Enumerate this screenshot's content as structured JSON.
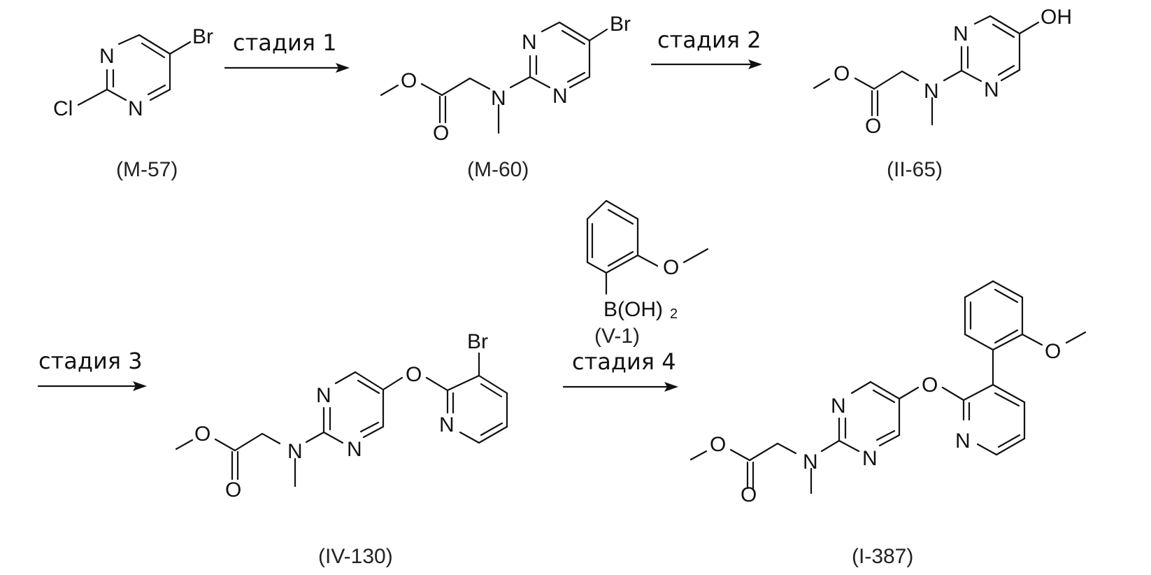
{
  "scheme": {
    "type": "reaction-scheme",
    "stages": [
      {
        "label": "стадия 1",
        "from": "M-57",
        "to": "M-60"
      },
      {
        "label": "стадия 2",
        "from": "M-60",
        "to": "II-65"
      },
      {
        "label": "стадия 3",
        "from": "II-65",
        "to": "IV-130"
      },
      {
        "label": "стадия 4",
        "from": "IV-130",
        "to": "I-387",
        "reagent": "V-1"
      }
    ],
    "compounds": [
      {
        "id": "M-57",
        "label": "(M-57)",
        "atoms": [
          "N",
          "N",
          "Cl",
          "Br"
        ]
      },
      {
        "id": "M-60",
        "label": "(M-60)",
        "atoms": [
          "O",
          "O",
          "N",
          "N",
          "N",
          "Br"
        ]
      },
      {
        "id": "II-65",
        "label": "(II-65)",
        "atoms": [
          "O",
          "O",
          "N",
          "N",
          "N",
          "OH"
        ]
      },
      {
        "id": "V-1",
        "label": "(V-1)",
        "atoms": [
          "O",
          "B(OH)",
          "2"
        ]
      },
      {
        "id": "IV-130",
        "label": "(IV-130)",
        "atoms": [
          "O",
          "O",
          "N",
          "N",
          "N",
          "O",
          "N",
          "Br"
        ]
      },
      {
        "id": "I-387",
        "label": "(I-387)",
        "atoms": [
          "O",
          "O",
          "N",
          "N",
          "N",
          "O",
          "N",
          "O"
        ]
      }
    ]
  },
  "atoms": {
    "N": "N",
    "Cl": "Cl",
    "Br": "Br",
    "O": "O",
    "OH": "OH",
    "B": "B(OH)",
    "two": "2"
  }
}
